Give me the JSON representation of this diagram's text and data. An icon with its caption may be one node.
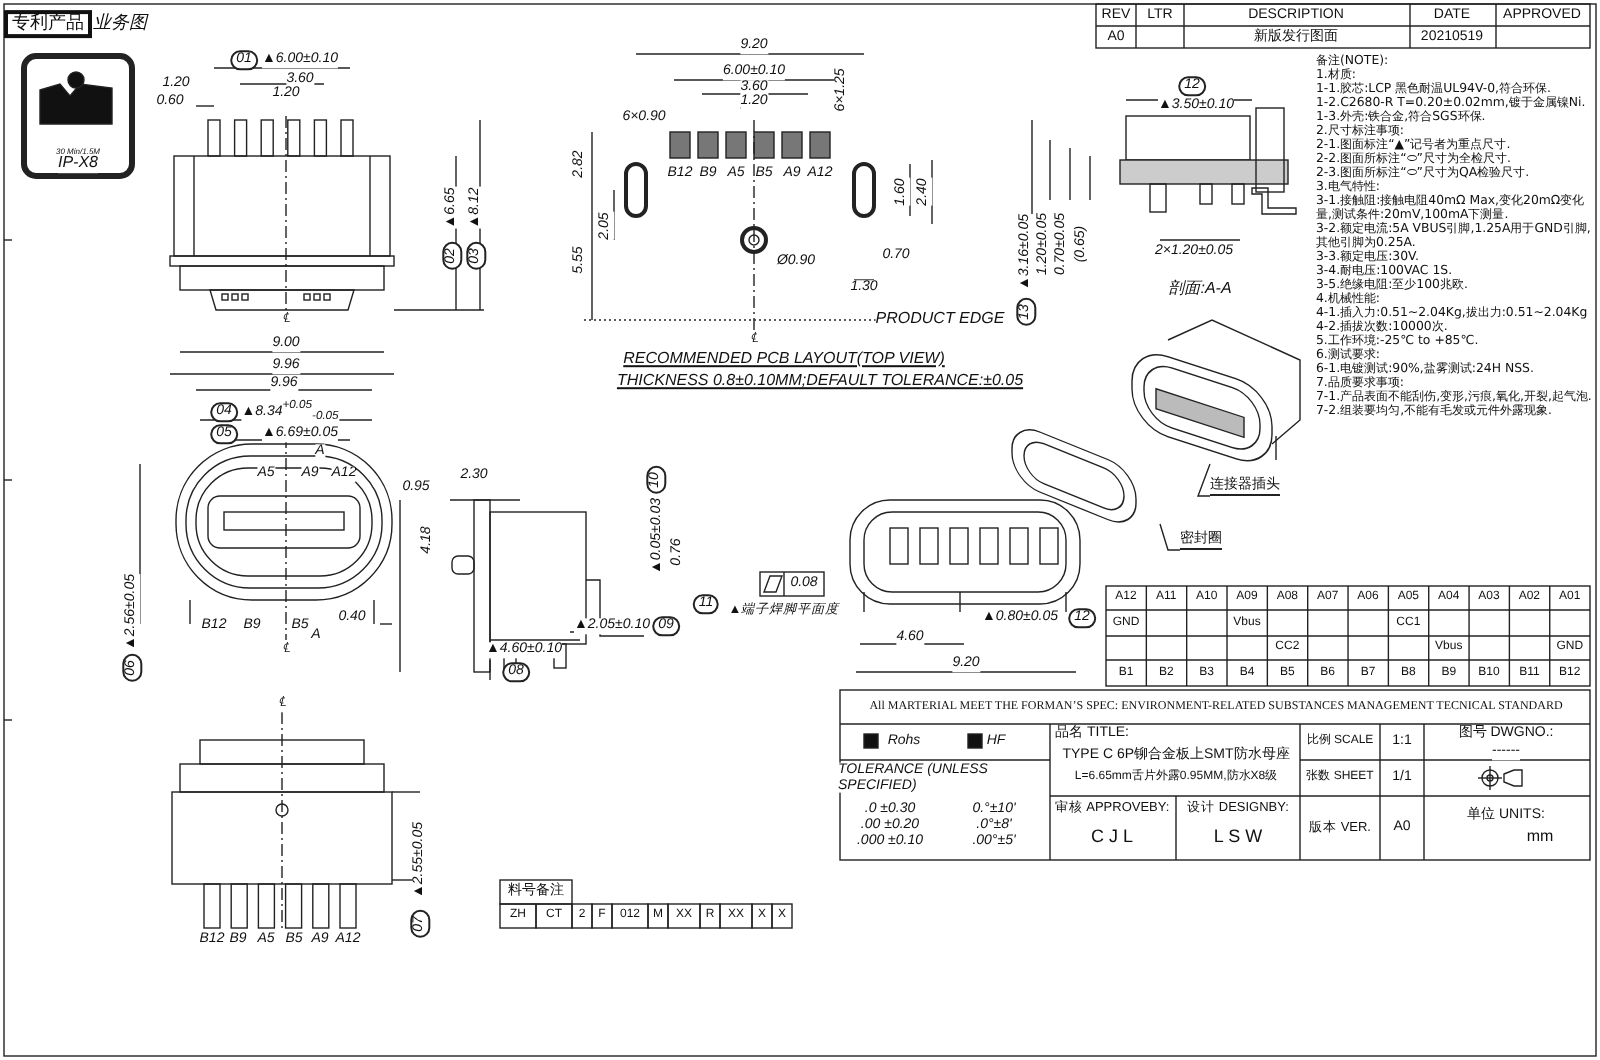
{
  "diagram": {
    "nodes": [
      {
        "text": [
          "连接器插头"
        ]
      },
      {
        "text": [],
        "shape": "picture"
      },
      {
        "text": [
          "密封圈"
        ]
      },
      {
        "text": [],
        "shape": "picture"
      }
    ],
    "edges": [
      {
        "from": 0,
        "to": 1,
        "arrow": "none"
      },
      {
        "from": 2,
        "to": 3,
        "arrow": "none"
      }
    ],
    "labels": [
      "专利产品",
      "业务图",
      "30 Min/1.5M",
      "IP-X8",
      "01",
      "▲6.00±0.10",
      "1.20",
      "3.60",
      "1.20",
      "0.60",
      "02",
      "▲6.65",
      "03",
      "▲8.12",
      "℄",
      "9.00",
      "9.96",
      "9.20",
      "6.00±0.10",
      "3.60",
      "1.20",
      "6×0.90",
      "6×1.25",
      "B12",
      "B9",
      "A5",
      "B5",
      "A9",
      "A12",
      "2.82",
      "2.05",
      "5.55",
      "1.60",
      "2.40",
      "Ø0.90",
      "0.70",
      "1.30",
      "PRODUCT EDGE",
      "℄",
      "RECOMMENDED PCB LAYOUT(TOP VIEW)",
      "THICKNESS 0.8±0.10MM;DEFAULT TOLERANCE:±0.05",
      "REV",
      "LTR",
      "DESCRIPTION",
      "DATE",
      "APPROVED",
      "A0",
      "新版发行图面",
      "20210519",
      "12",
      "▲3.50±0.10",
      "13",
      "▲3.16±0.05",
      "1.20±0.05",
      "0.70±0.05",
      "(0.65)",
      "2×1.20±0.05",
      "剖面:A-A",
      "备注(NOTE):",
      "1.材质:",
      "1-1.胶芯:LCP 黑色耐温UL94V-0,符合环保.",
      "1-2.C2680-R T=0.20±0.02mm,镀于金属镍Ni.",
      "1-3.外壳:铁合金,符合SGS环保.",
      "2.尺寸标注事项:",
      "2-1.图面标注“▲”记号者为重点尺寸.",
      "2-2.图面所标注“⬭”尺寸为全检尺寸.",
      "2-3.图面所标注“⬭”尺寸为QA检验尺寸.",
      "3.电气特性:",
      "3-1.接触阻:接触电阻40mΩ Max,变化20mΩ变化量,测试条件:20mV,100mA下测量.",
      "3-2.额定电流:5A VBUS引脚,1.25A用于GND引脚,其他引脚为0.25A.",
      "3-3.额定电压:30V.",
      "3-4.耐电压:100VAC 1S.",
      "3-5.绝缘电阻:至少100兆欧.",
      "4.机械性能:",
      "4-1.插入力:0.51~2.04Kg,拔出力:0.51~2.04Kg",
      "4-2.插拔次数:10000次.",
      "5.工作环境:-25℃ to +85℃.",
      "6.测试要求:",
      "6-1.电镀测试:90%,盐雾测试:24H NSS.",
      "7.品质要求事项:",
      "7-1.产品表面不能刮伤,变形,污痕,氧化,开裂,起气泡.",
      "7-2.组装要均匀,不能有毛发或元件外露现象.",
      "9.96",
      "04",
      "▲8.34$^{+0.05}$$_{-0.05}$",
      "05",
      "▲6.69±0.05",
      "A",
      "A5",
      "A9",
      "A12",
      "B12",
      "B9",
      "B5",
      "A",
      "℄",
      "0.40",
      "06",
      "▲2.56±0.05",
      "0.95",
      "2.30",
      "4.18",
      "10",
      "▲0.05±0.03",
      "0.76",
      "0.08",
      "11",
      "▲端子焊脚平面度",
      "▲2.05±0.10",
      "09",
      "▲4.60±0.10",
      "08",
      "4.60",
      "9.20",
      "▲0.80±0.05",
      "12",
      "A12",
      "A11",
      "A10",
      "A09",
      "A08",
      "A07",
      "A06",
      "A05",
      "A04",
      "A03",
      "A02",
      "A01",
      "GND",
      "Vbus",
      "CC1",
      "CC2",
      "Vbus",
      "GND",
      "B1",
      "B2",
      "B3",
      "B4",
      "B5",
      "B6",
      "B7",
      "B8",
      "B9",
      "B10",
      "B11",
      "B12",
      "All MARTERIAL MEET THE FORMAN’S SPEC: ENVIRONMENT-RELATED SUBSTANCES MANAGEMENT TECNICAL STANDARD",
      "Rohs",
      "HF",
      "品名 TITLE:",
      "TYPE C 6P铆合金板上SMT防水母座",
      "L=6.65mm舌片外露0.95MM,防水X8级",
      "比例 SCALE",
      "1:1",
      "图号 DWGNO.:",
      "------",
      "张数 SHEET",
      "1/1",
      "TOLERANCE (UNLESS SPECIFIED)",
      ".0 ±0.30",
      ".00 ±0.20",
      ".000 ±0.10",
      "0.°±10'",
      ".0°±8'",
      ".00°±5'",
      "审核 APPROVEBY:",
      "C J L",
      "设计 DESIGNBY:",
      "L S W",
      "版本 VER.",
      "A0",
      "单位 UNITS:",
      "mm",
      "℄",
      "B12",
      "B9",
      "A5",
      "B5",
      "A9",
      "A12",
      "07",
      "▲2.55±0.05",
      "料号备注",
      "ZH",
      "CT",
      "2",
      "F",
      "012",
      "M",
      "XX",
      "R",
      "XX",
      "X",
      "X"
    ]
  }
}
